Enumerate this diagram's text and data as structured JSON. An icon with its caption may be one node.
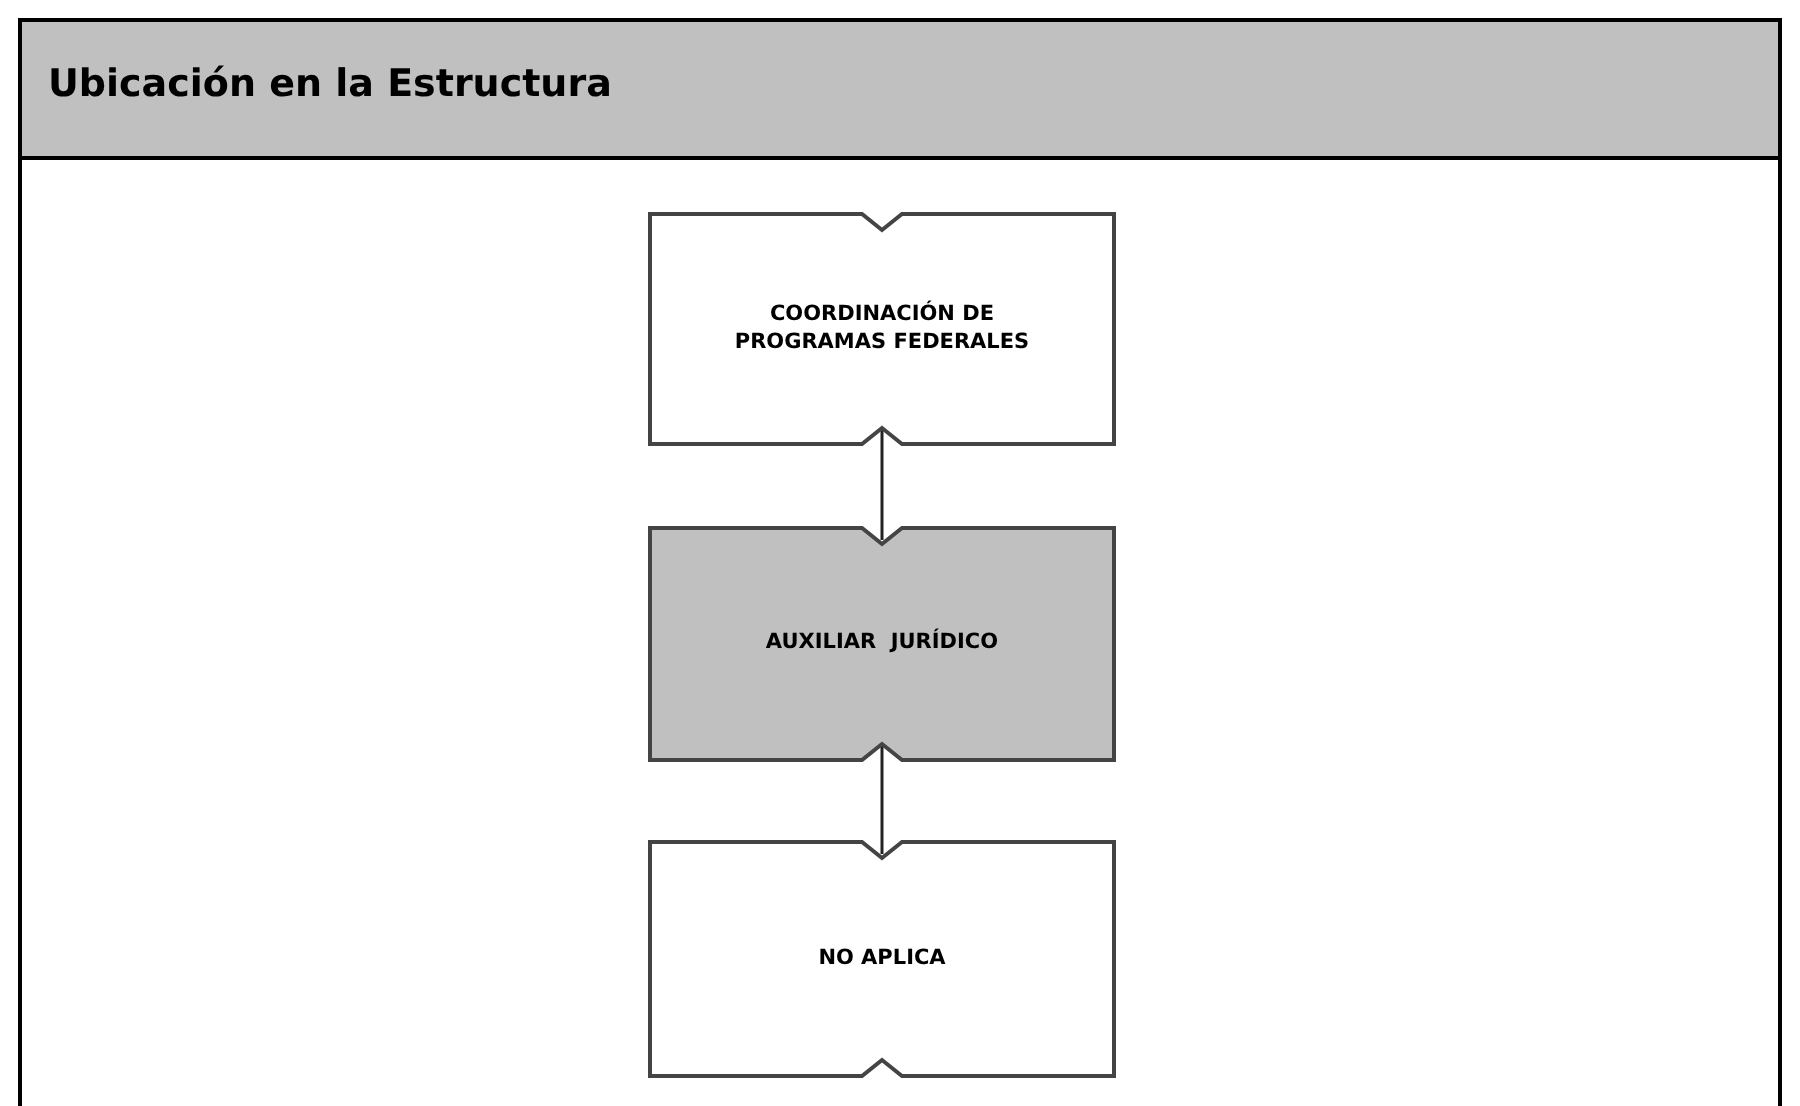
{
  "diagram": {
    "title": "Ubicación en la Estructura",
    "nodes": [
      {
        "text": [
          "COORDINACIÓN DE PROGRAMAS FEDERALES"
        ]
      },
      {
        "text": [
          "AUXILIAR  JURÍDICO"
        ]
      },
      {
        "text": [
          "NO APLICA"
        ]
      }
    ],
    "edges": [
      {
        "from": 0,
        "to": 1,
        "arrow": "none"
      },
      {
        "from": 1,
        "to": 2,
        "arrow": "none"
      }
    ]
  }
}
